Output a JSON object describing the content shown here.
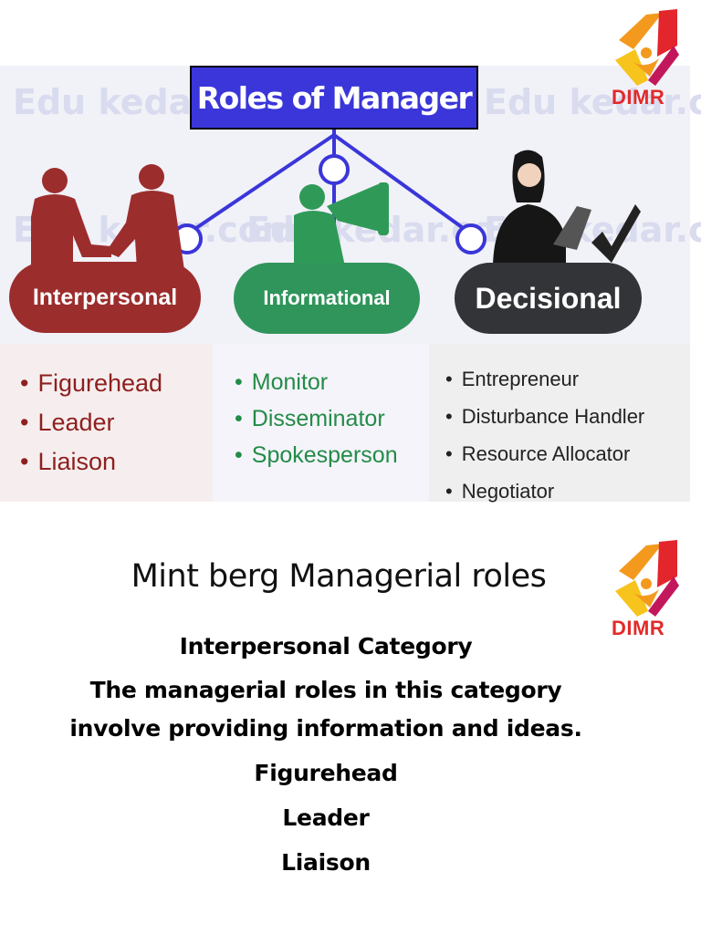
{
  "diagram": {
    "title": "Roles of Manager",
    "watermark_text": "Edu kedar.com",
    "categories": [
      {
        "name": "Interpersonal",
        "color": "#9c2d2d",
        "roles": [
          "Figurehead",
          "Leader",
          "Liaison"
        ]
      },
      {
        "name": "Informational",
        "color": "#30955b",
        "roles": [
          "Monitor",
          "Disseminator",
          "Spokesperson"
        ]
      },
      {
        "name": "Decisional",
        "color": "#333438",
        "roles": [
          "Entrepreneur",
          "Disturbance Handler",
          "Resource Allocator",
          "Negotiator"
        ]
      }
    ],
    "bullet": "•"
  },
  "logo": {
    "text": "DIMR",
    "color": "#e22a2a"
  },
  "text_section": {
    "heading": "Mint berg Managerial roles",
    "subheading": "Interpersonal Category",
    "description_line1": "The managerial roles in this category",
    "description_line2": "involve providing information and ideas.",
    "roles": [
      "Figurehead",
      "Leader",
      "Liaison"
    ]
  },
  "colors": {
    "title_box": "#3a36d9",
    "connector": "#3a36d9"
  }
}
